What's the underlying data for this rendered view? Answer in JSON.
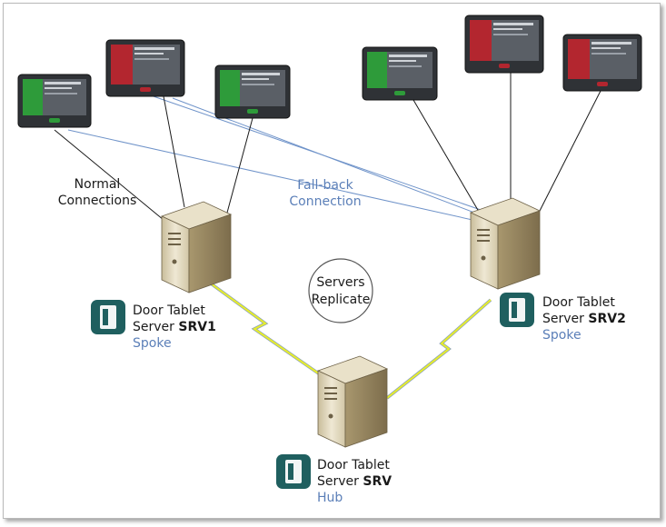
{
  "labels": {
    "normal_line1": "Normal",
    "normal_line2": "Connections",
    "fallback_line1": "Fall-back",
    "fallback_line2": "Connection",
    "replicate_line1": "Servers",
    "replicate_line2": "Replicate"
  },
  "servers": {
    "srv1": {
      "line1": "Door Tablet",
      "line2_prefix": "Server ",
      "name": "SRV1",
      "role": "Spoke"
    },
    "srv2": {
      "line1": "Door Tablet",
      "line2_prefix": "Server ",
      "name": "SRV2",
      "role": "Spoke"
    },
    "hub": {
      "line1": "Door Tablet",
      "line2_prefix": "Server ",
      "name": "SRV",
      "role": "Hub"
    }
  },
  "colors": {
    "normal_line": "#1a1a1a",
    "fallback_line": "#6f93c9",
    "role_text": "#5b7fb8",
    "tablet_green": "#2e9b3a",
    "tablet_red": "#b3262f",
    "bolt": "#e8ee2a",
    "app_icon": "#1f5f5f"
  }
}
